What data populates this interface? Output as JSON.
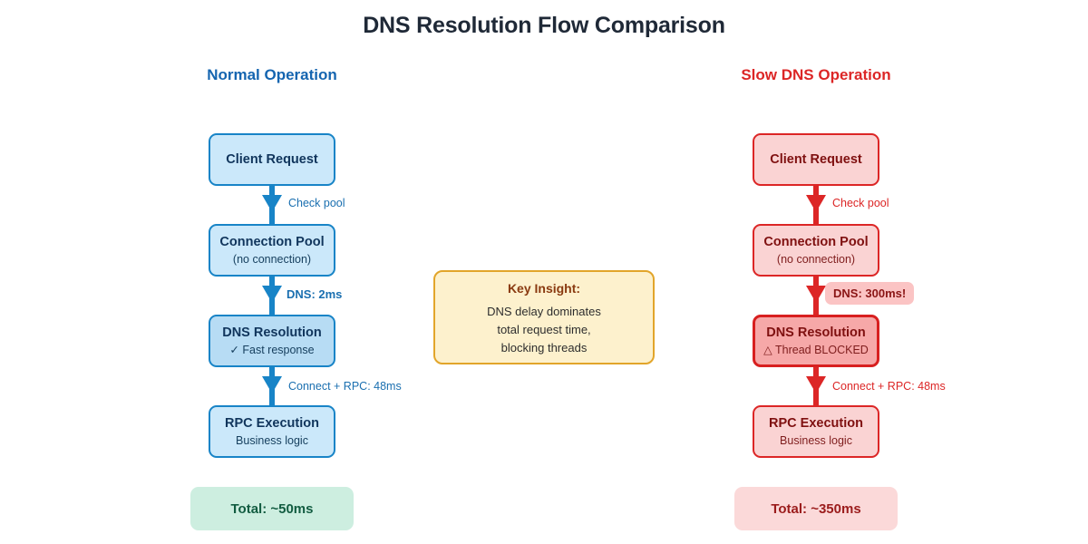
{
  "title": "DNS Resolution Flow Comparison",
  "left": {
    "heading": "Normal Operation",
    "nodes": [
      {
        "title": "Client Request",
        "sub": ""
      },
      {
        "title": "Connection Pool",
        "sub": "(no connection)"
      },
      {
        "title": "DNS Resolution",
        "sub": "✓ Fast response"
      },
      {
        "title": "RPC Execution",
        "sub": "Business logic"
      }
    ],
    "edges": [
      {
        "label": "Check pool"
      },
      {
        "label": "DNS: 2ms"
      },
      {
        "label": "Connect + RPC: 48ms"
      }
    ],
    "total": "Total: ~50ms",
    "accent_color": "#1565b0",
    "node_fill": "#cbe8fa",
    "node_border": "#1884c7",
    "total_fill": "#cdeee0",
    "total_text": "#125c41"
  },
  "right": {
    "heading": "Slow DNS Operation",
    "nodes": [
      {
        "title": "Client Request",
        "sub": ""
      },
      {
        "title": "Connection Pool",
        "sub": "(no connection)"
      },
      {
        "title": "DNS Resolution",
        "sub": "△ Thread BLOCKED"
      },
      {
        "title": "RPC Execution",
        "sub": "Business logic"
      }
    ],
    "edges": [
      {
        "label": "Check pool"
      },
      {
        "label": "DNS: 300ms!"
      },
      {
        "label": "Connect + RPC: 48ms"
      }
    ],
    "total": "Total: ~350ms",
    "accent_color": "#dc2626",
    "node_fill": "#fad3d3",
    "node_border": "#dc2626",
    "badge_fill": "#fbc4c4",
    "total_fill": "#fbd9d9",
    "total_text": "#9b1c1c"
  },
  "insight": {
    "title": "Key Insight:",
    "lines": [
      "DNS delay dominates",
      "total request time,",
      "blocking threads"
    ],
    "fill": "#fdf1cd",
    "border": "#e2a52a",
    "title_color": "#8a3a10"
  }
}
